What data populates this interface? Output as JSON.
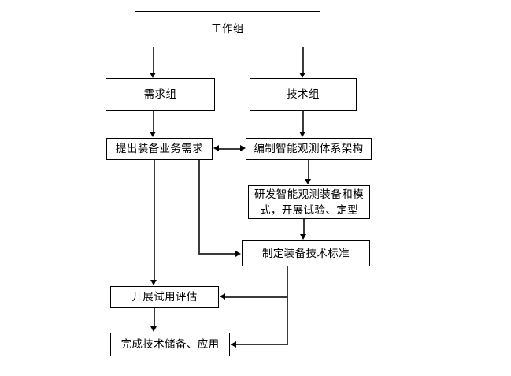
{
  "diagram": {
    "type": "flowchart",
    "title": "",
    "nodes": [
      {
        "id": "working-group",
        "label": "工作组"
      },
      {
        "id": "requirements-group",
        "label": "需求组"
      },
      {
        "id": "technical-group",
        "label": "技术组"
      },
      {
        "id": "propose-requirements",
        "label": "提出装备业务需求"
      },
      {
        "id": "compile-architecture",
        "label": "编制智能观测体系架构"
      },
      {
        "id": "develop-equipment",
        "label": "研发智能观测装备和模\n式，开展试验、定型"
      },
      {
        "id": "set-standards",
        "label": "制定装备技术标准"
      },
      {
        "id": "trial-evaluation",
        "label": "开展试用评估"
      },
      {
        "id": "complete-reserve",
        "label": "完成技术储备、应用"
      }
    ],
    "edges": [
      {
        "from": "working-group",
        "to": "requirements-group",
        "style": "straight",
        "direction": "one-way"
      },
      {
        "from": "working-group",
        "to": "technical-group",
        "style": "straight",
        "direction": "one-way"
      },
      {
        "from": "requirements-group",
        "to": "propose-requirements",
        "style": "straight",
        "direction": "one-way"
      },
      {
        "from": "technical-group",
        "to": "compile-architecture",
        "style": "straight",
        "direction": "one-way"
      },
      {
        "from": "propose-requirements",
        "to": "compile-architecture",
        "style": "straight",
        "direction": "two-way"
      },
      {
        "from": "compile-architecture",
        "to": "develop-equipment",
        "style": "straight",
        "direction": "one-way"
      },
      {
        "from": "develop-equipment",
        "to": "set-standards",
        "style": "straight",
        "direction": "one-way"
      },
      {
        "from": "propose-requirements",
        "to": "set-standards",
        "style": "elbow",
        "direction": "one-way"
      },
      {
        "from": "propose-requirements",
        "to": "trial-evaluation",
        "style": "straight",
        "direction": "one-way"
      },
      {
        "from": "set-standards",
        "to": "trial-evaluation",
        "style": "elbow",
        "direction": "one-way"
      },
      {
        "from": "set-standards",
        "to": "complete-reserve",
        "style": "elbow",
        "direction": "one-way"
      },
      {
        "from": "trial-evaluation",
        "to": "complete-reserve",
        "style": "straight",
        "direction": "one-way"
      }
    ],
    "colors": {
      "node_border": "#000000",
      "node_fill": "#ffffff",
      "edge": "#3b3b3b",
      "text": "#000000",
      "background": "#ffffff"
    }
  }
}
